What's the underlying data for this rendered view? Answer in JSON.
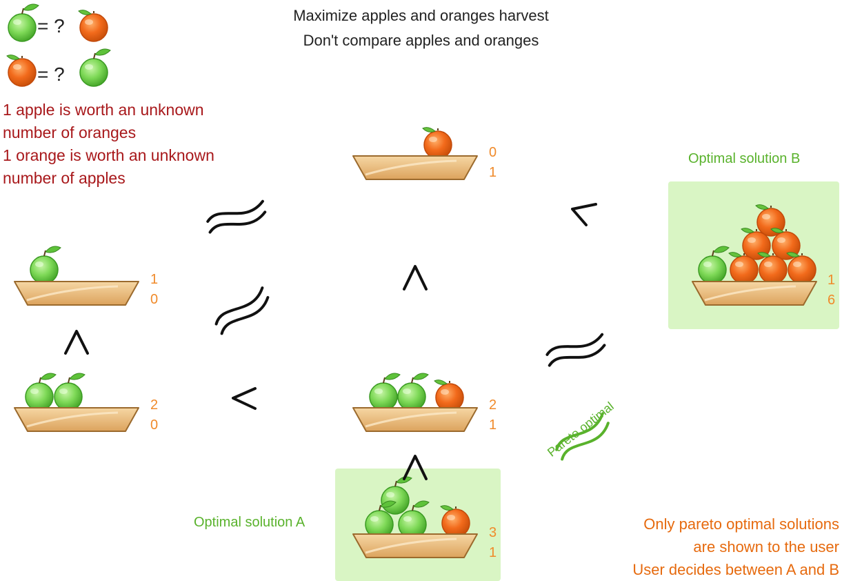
{
  "header": {
    "line1": "Maximize apples and oranges harvest",
    "line2": "Don't compare apples and oranges"
  },
  "legend": {
    "eq1": "= ?",
    "eq2": "= ?",
    "note_lines": [
      "1 apple is worth an unknown",
      "number of oranges",
      "1 orange is worth an unknown",
      "number of apples"
    ]
  },
  "baskets": {
    "top_center": {
      "apples": "0",
      "oranges": "1"
    },
    "left_upper": {
      "apples": "1",
      "oranges": "0"
    },
    "left_lower": {
      "apples": "2",
      "oranges": "0"
    },
    "center": {
      "apples": "2",
      "oranges": "1"
    },
    "solution_a": {
      "apples": "3",
      "oranges": "1"
    },
    "solution_b": {
      "apples": "1",
      "oranges": "6"
    }
  },
  "labels": {
    "optimal_a": "Optimal solution A",
    "optimal_b": "Optimal solution B",
    "pareto": "Pareto optimal"
  },
  "footer": {
    "line1": "Only pareto optimal solutions",
    "line2": "are shown to the user",
    "line3": "User decides between A and B"
  },
  "colors": {
    "apple": "#7ed957",
    "orange": "#f26a1b",
    "basket": "#e8b870",
    "highlight": "#d9f5c4",
    "number": "#f08a2a",
    "note": "#a8181b",
    "green_label": "#59b22c"
  }
}
